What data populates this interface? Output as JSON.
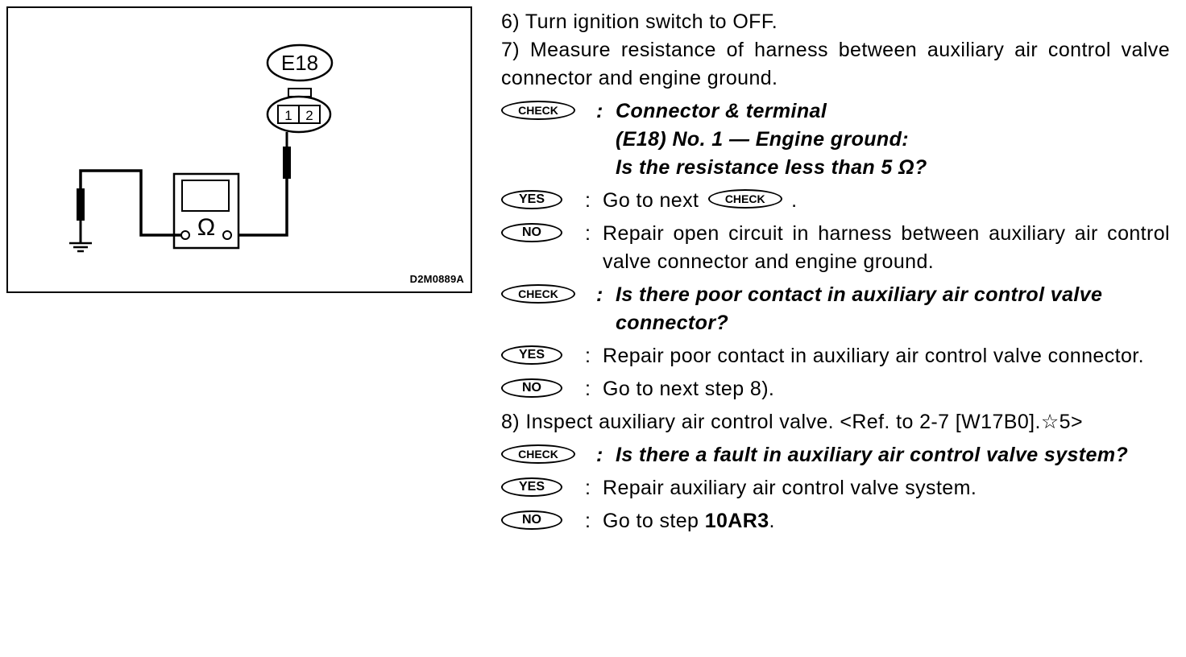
{
  "figure": {
    "connector_label": "E18",
    "pin_1": "1",
    "pin_2": "2",
    "meter_symbol": "Ω",
    "figure_code": "D2M0889A"
  },
  "procedure": {
    "step6": "6) Turn ignition switch to OFF.",
    "step7": "7) Measure resistance of harness between auxiliary air control valve connector and engine ground.",
    "check1": {
      "badge": "CHECK",
      "colon": ":",
      "line1": "Connector & terminal",
      "line2": "(E18) No. 1 — Engine ground:",
      "line3": "Is the resistance less than 5 Ω?"
    },
    "yes1": {
      "badge": "YES",
      "colon": ":",
      "text_before": "Go to next",
      "inline_badge": "CHECK",
      "text_after": "."
    },
    "no1": {
      "badge": "NO",
      "colon": ":",
      "text": "Repair open circuit in harness between auxiliary air control valve connector and engine ground."
    },
    "check2": {
      "badge": "CHECK",
      "colon": ":",
      "text": "Is there poor contact in auxiliary air control valve connector?"
    },
    "yes2": {
      "badge": "YES",
      "colon": ":",
      "text": "Repair poor contact in auxiliary air control valve connector."
    },
    "no2": {
      "badge": "NO",
      "colon": ":",
      "text": "Go to next step 8)."
    },
    "step8": "8) Inspect auxiliary air control valve. <Ref. to 2-7 [W17B0].☆5>",
    "check3": {
      "badge": "CHECK",
      "colon": ":",
      "text": "Is there a fault in auxiliary air control valve system?"
    },
    "yes3": {
      "badge": "YES",
      "colon": ":",
      "text": "Repair auxiliary air control valve system."
    },
    "no3": {
      "badge": "NO",
      "colon": ":",
      "text_before": "Go to step",
      "bold_ref": "10AR3",
      "text_after": "."
    }
  }
}
